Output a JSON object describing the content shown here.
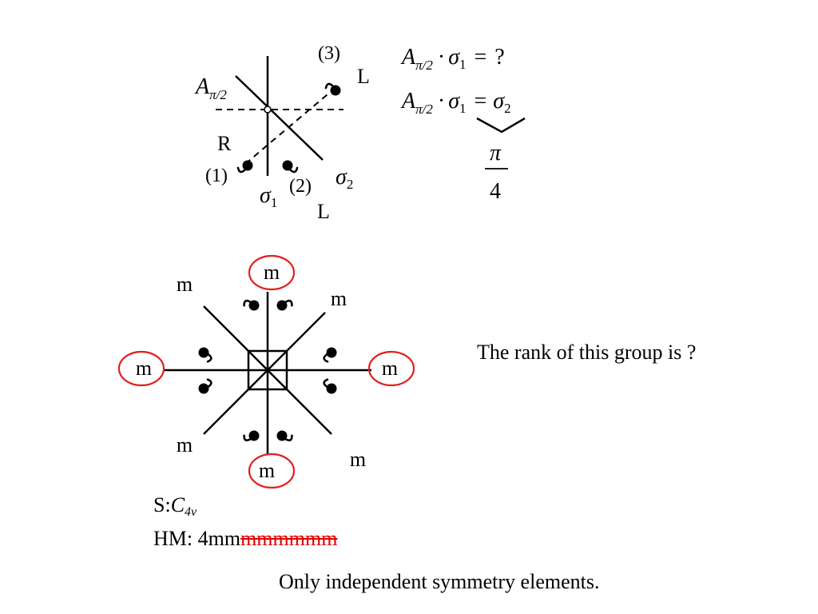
{
  "top_diagram": {
    "operator_label": "A",
    "operator_sub": "π/2",
    "point_1": "(1)",
    "point_2": "(2)",
    "point_3": "(3)",
    "handed_right": "R",
    "handed_left_top": "L",
    "handed_left_bottom": "L",
    "sigma": "σ",
    "sigma_1_sub": "1",
    "sigma_2_sub": "2"
  },
  "equations": {
    "eq1_lhs": "A",
    "eq1_sub": "π/2",
    "eq1_dot": "·",
    "eq1_sigma": "σ",
    "eq1_sigma_sub": "1",
    "eq1_equals": "=",
    "eq1_rhs": "?",
    "eq2_lhs": "A",
    "eq2_sub": "π/2",
    "eq2_dot": "·",
    "eq2_sigma": "σ",
    "eq2_sigma_sub": "1",
    "eq2_equals": "=",
    "eq2_rhs": "σ",
    "eq2_rhs_sub": "2",
    "angle_numerator": "π",
    "angle_denominator": "4"
  },
  "bottom_diagram": {
    "mirror_label": "m",
    "circle_color": "#e02020"
  },
  "rank_question": "The rank of this group is ?",
  "schoenflies": {
    "prefix": "S:",
    "symbol": "C",
    "subscript": "4v"
  },
  "hermann_mauguin": {
    "prefix": "HM: 4mm",
    "struck": "mmmmmm"
  },
  "footer_note": "Only independent symmetry elements."
}
